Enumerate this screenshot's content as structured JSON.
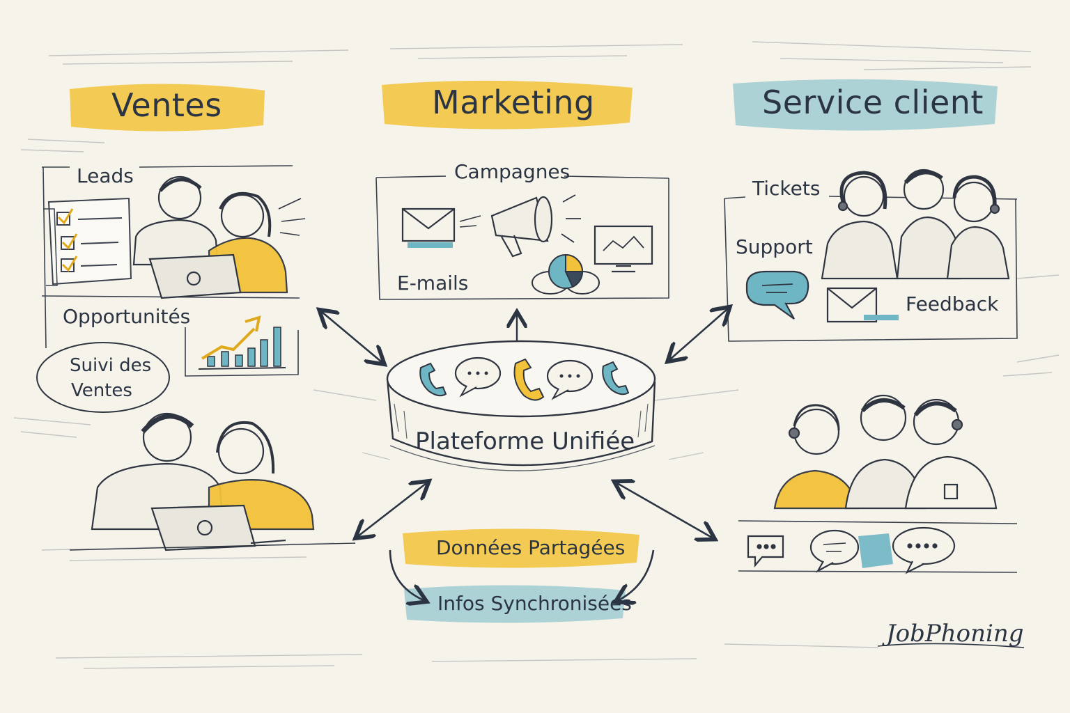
{
  "headers": {
    "sales": "Ventes",
    "marketing": "Marketing",
    "service": "Service client"
  },
  "sales": {
    "leads": "Leads",
    "opportunities": "Opportunités",
    "tracking_line1": "Suivi des",
    "tracking_line2": "Ventes"
  },
  "marketing": {
    "campaigns": "Campagnes",
    "emails": "E-mails"
  },
  "service": {
    "tickets": "Tickets",
    "support": "Support",
    "feedback": "Feedback"
  },
  "hub": {
    "label": "Plateforme Unifiée"
  },
  "data_flow": {
    "shared": "Données Partagées",
    "synced": "Infos Synchronisées"
  },
  "brand": "JobPhoning",
  "colors": {
    "yellow": "#f2c23a",
    "teal": "#6fb6c4",
    "ink": "#2b3442",
    "paper": "#f6f3ea"
  },
  "icons": [
    "phone-icon",
    "chat-bubble-icon",
    "envelope-icon",
    "megaphone-icon",
    "monitor-icon",
    "pie-chart-icon",
    "bar-chart-icon",
    "checklist-icon",
    "laptop-icon",
    "headset-icon"
  ]
}
